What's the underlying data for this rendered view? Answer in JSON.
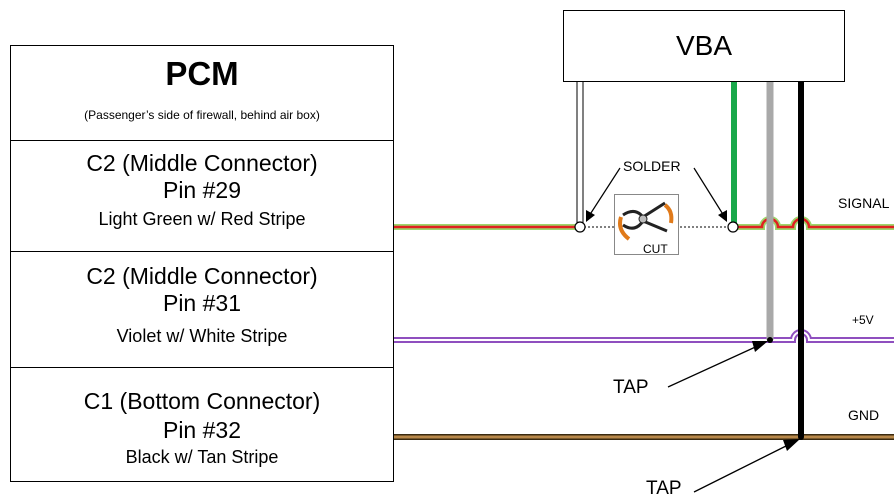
{
  "pcm": {
    "title": "PCM",
    "subtitle": "(Passenger’s side of firewall, behind air box)",
    "connectors": [
      {
        "line1": "C2 (Middle Connector)",
        "line2": "Pin #29",
        "line3": "Light Green w/ Red Stripe"
      },
      {
        "line1": "C2 (Middle Connector)",
        "line2": "Pin #31",
        "line3": "Violet w/ White Stripe"
      },
      {
        "line1": "C1 (Bottom Connector)",
        "line2": "Pin #32",
        "line3": "Black w/ Tan Stripe"
      }
    ]
  },
  "vba": {
    "title": "VBA"
  },
  "labels": {
    "solder": "SOLDER",
    "cut": "CUT",
    "signal": "SIGNAL",
    "plus5v": "+5V",
    "gnd": "GND",
    "tap1": "TAP",
    "tap2": "TAP"
  },
  "colors": {
    "light_green": "#9dd66b",
    "red": "#e02020",
    "violet": "#8f4fbf",
    "tan": "#b8884a",
    "green": "#19a84a",
    "gray": "#a9a9a9",
    "black": "#000000"
  },
  "icons": {
    "cut_icon": "wire-cutter-icon"
  }
}
